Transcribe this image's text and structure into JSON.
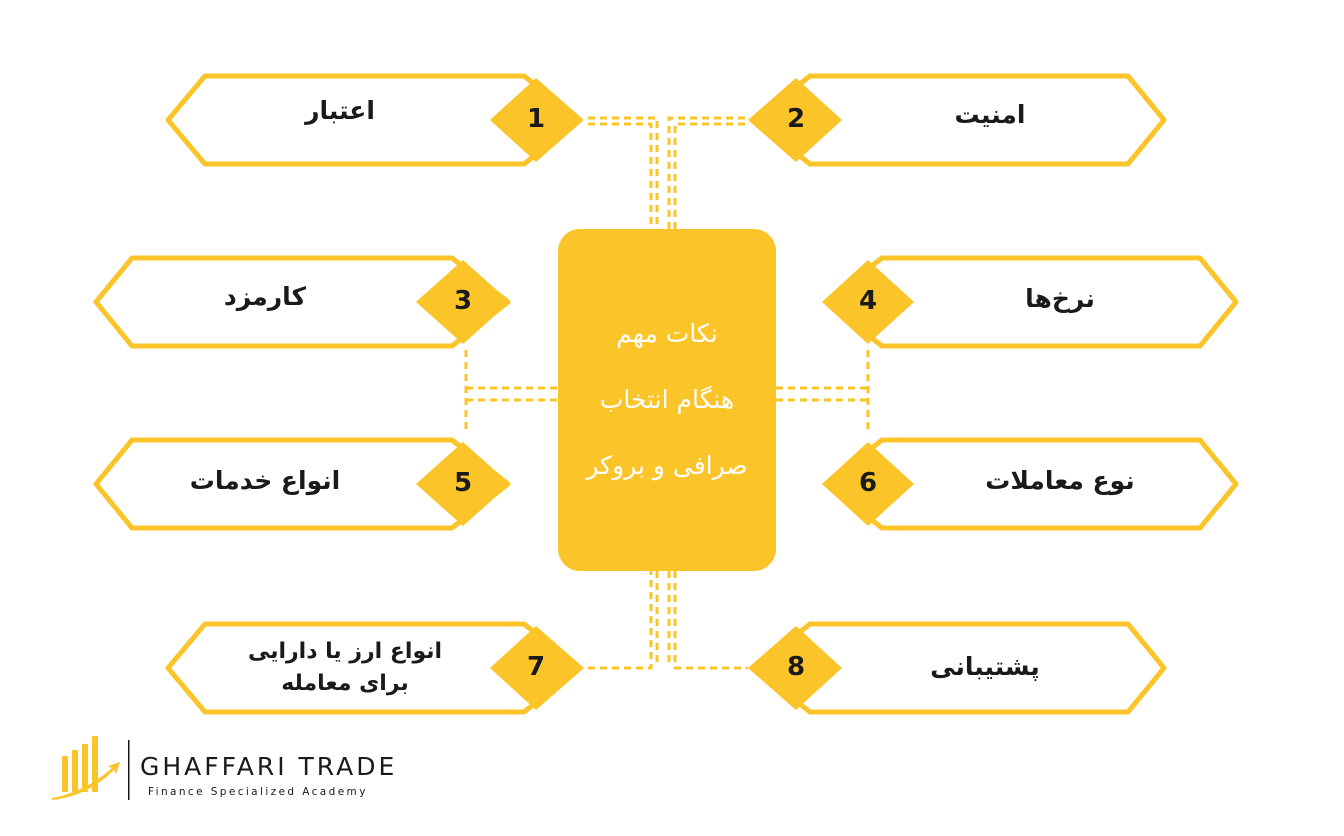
{
  "center": {
    "lines": [
      "نکات مهم",
      "هنگام انتخاب",
      "صرافی و بروکر"
    ]
  },
  "items": [
    {
      "num": "1",
      "label": "اعتبار"
    },
    {
      "num": "2",
      "label": "امنیت"
    },
    {
      "num": "3",
      "label": "کارمزد"
    },
    {
      "num": "4",
      "label": "نرخ‌ها"
    },
    {
      "num": "5",
      "label": "انواع خدمات"
    },
    {
      "num": "6",
      "label": "نوع معاملات"
    },
    {
      "num": "7",
      "label_line1": "انواع ارز یا دارایی",
      "label_line2": "برای معامله"
    },
    {
      "num": "8",
      "label": "پشتیبانی"
    }
  ],
  "brand": {
    "name": "GHAFFARI TRADE",
    "tagline": "Finance Specialized Academy"
  },
  "colors": {
    "accent": "#fbc428",
    "text": "#1a1a1a"
  }
}
